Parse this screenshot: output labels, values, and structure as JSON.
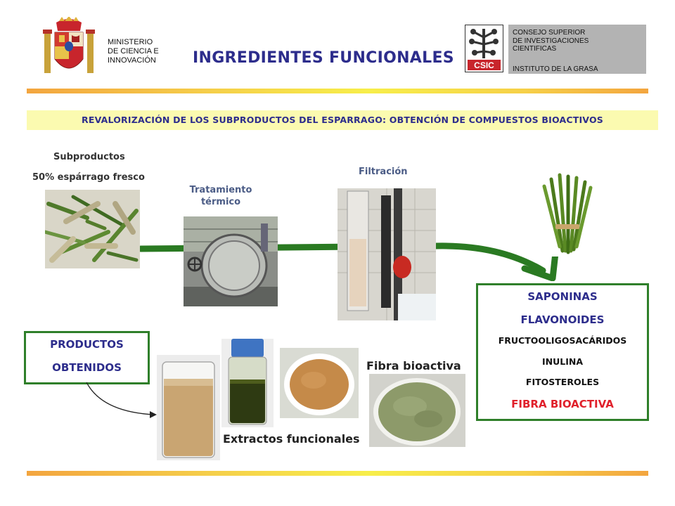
{
  "header": {
    "ministry_lines": [
      "MINISTERIO",
      "DE CIENCIA  E",
      "INNOVACIÓN"
    ],
    "title": "INGREDIENTES FUNCIONALES",
    "csic_lines": [
      "CONSEJO SUPERIOR",
      "DE INVESTIGACIONES",
      "CIENTIFICAS"
    ],
    "institute": "INSTITUTO  DE LA GRASA",
    "csic_logo_text": "CSIC"
  },
  "subtitle": "REVALORIZACIÓN DE LOS SUBPRODUCTOS DEL ESPARRAGO: OBTENCIÓN DE COMPUESTOS BIOACTIVOS",
  "process": {
    "byproducts_label": "Subproductos",
    "byproducts_detail": "50% espárrago fresco",
    "thermal_label": "Tratamiento térmico",
    "filtration_label": "Filtración"
  },
  "compounds": [
    "SAPONINAS",
    "FLAVONOIDES",
    "FRUCTOOLIGOSACÁRIDOS",
    "INULINA",
    "FITOSTEROLES",
    "FIBRA BIOACTIVA"
  ],
  "products": {
    "box_lines": [
      "PRODUCTOS",
      "OBTENIDOS"
    ],
    "fiber_label": "Fibra bioactiva",
    "extracts_label": "Extractos funcionales"
  },
  "colors": {
    "title_blue": "#2d2d8c",
    "label_blue_grey": "#4b5c86",
    "frame_green": "#2f7f2a",
    "arrow_green": "#2a7a22",
    "accent_red": "#e0202b",
    "subtitle_band": "#fbfab0",
    "gradient_bar": "#f5cf4a"
  }
}
